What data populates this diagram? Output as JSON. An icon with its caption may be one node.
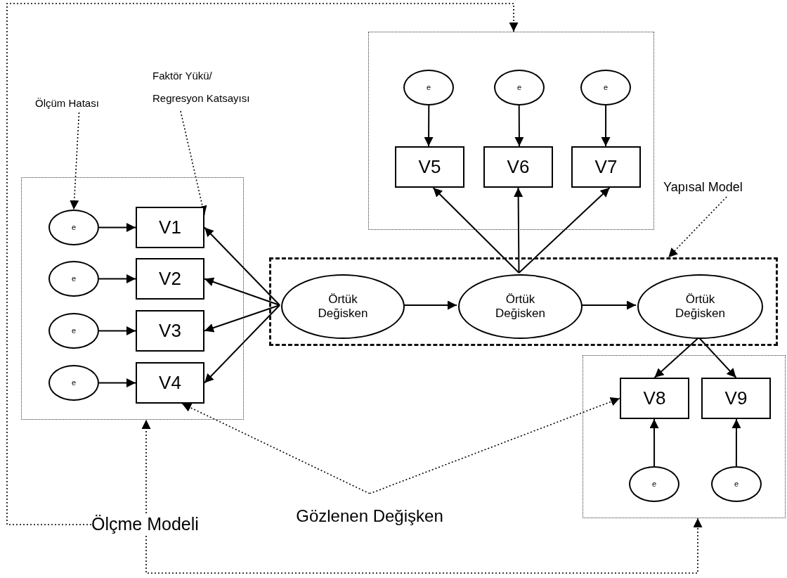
{
  "diagram": {
    "nodes": [
      {
        "text": [],
        "shape": "box"
      },
      {
        "text": [
          "e"
        ],
        "in": 0
      },
      {
        "text": [
          "V1"
        ],
        "in": 0
      },
      {
        "text": [
          "e"
        ],
        "in": 0
      },
      {
        "text": [
          "V2"
        ],
        "in": 0
      },
      {
        "text": [
          "e"
        ],
        "in": 0
      },
      {
        "text": [
          "V3"
        ],
        "in": 0
      },
      {
        "text": [
          "e"
        ],
        "in": 0
      },
      {
        "text": [
          "V4"
        ],
        "in": 0
      },
      {
        "text": [],
        "shape": "box"
      },
      {
        "text": [
          "e"
        ],
        "in": 9
      },
      {
        "text": [
          "e"
        ],
        "in": 9
      },
      {
        "text": [
          "e"
        ],
        "in": 9
      },
      {
        "text": [
          "V5"
        ],
        "in": 9
      },
      {
        "text": [
          "V6"
        ],
        "in": 9
      },
      {
        "text": [
          "V7"
        ],
        "in": 9
      },
      {
        "text": [],
        "shape": "box"
      },
      {
        "text": [
          "Örtük Değisken"
        ],
        "in": 16
      },
      {
        "text": [
          "Örtük Değisken"
        ],
        "in": 16
      },
      {
        "text": [
          "Örtük Değisken"
        ],
        "in": 16
      },
      {
        "text": [],
        "shape": "box"
      },
      {
        "text": [
          "V8"
        ],
        "in": 20
      },
      {
        "text": [
          "V9"
        ],
        "in": 20
      },
      {
        "text": [
          "e"
        ],
        "in": 20
      },
      {
        "text": [
          "e"
        ],
        "in": 20
      },
      {
        "text": [
          "Ölçüm Hatası"
        ]
      },
      {
        "text": [
          "Faktör Yükü/ Regresyon Katsayısı"
        ]
      },
      {
        "text": [
          "Yapısal Model"
        ]
      },
      {
        "text": [
          "Ölçme Modeli"
        ]
      },
      {
        "text": [
          "Gözlenen Değişken"
        ]
      }
    ],
    "edges": [
      {
        "from": 1,
        "to": 2,
        "arrow": "to"
      },
      {
        "from": 3,
        "to": 4,
        "arrow": "to"
      },
      {
        "from": 5,
        "to": 6,
        "arrow": "to"
      },
      {
        "from": 7,
        "to": 8,
        "arrow": "to"
      },
      {
        "from": 17,
        "to": 2,
        "arrow": "to"
      },
      {
        "from": 17,
        "to": 4,
        "arrow": "to"
      },
      {
        "from": 17,
        "to": 6,
        "arrow": "to"
      },
      {
        "from": 17,
        "to": 8,
        "arrow": "to"
      },
      {
        "from": 17,
        "to": 18,
        "arrow": "to"
      },
      {
        "from": 18,
        "to": 19,
        "arrow": "to"
      },
      {
        "from": 10,
        "to": 13,
        "arrow": "to"
      },
      {
        "from": 11,
        "to": 14,
        "arrow": "to"
      },
      {
        "from": 12,
        "to": 15,
        "arrow": "to"
      },
      {
        "from": 18,
        "to": 13,
        "arrow": "to"
      },
      {
        "from": 18,
        "to": 14,
        "arrow": "to"
      },
      {
        "from": 18,
        "to": 15,
        "arrow": "to"
      },
      {
        "from": 19,
        "to": 21,
        "arrow": "to"
      },
      {
        "from": 19,
        "to": 22,
        "arrow": "to"
      },
      {
        "from": 23,
        "to": 21,
        "arrow": "to"
      },
      {
        "from": 24,
        "to": 22,
        "arrow": "to"
      },
      {
        "from": 25,
        "to": 1,
        "arrow": "to",
        "style": "dashed"
      },
      {
        "from": 26,
        "to": 2,
        "arrow": "to",
        "style": "dashed"
      },
      {
        "from": 27,
        "to": 16,
        "arrow": "to",
        "style": "dashed"
      },
      {
        "from": 28,
        "to": 9,
        "arrow": "to",
        "style": "dashed"
      },
      {
        "from": 28,
        "to": 0,
        "arrow": "to",
        "style": "dashed"
      },
      {
        "from": 28,
        "to": 20,
        "arrow": "to",
        "style": "dashed"
      },
      {
        "from": 29,
        "to": 8,
        "arrow": "to",
        "style": "dashed"
      },
      {
        "from": 29,
        "to": 21,
        "arrow": "to",
        "style": "dashed"
      }
    ]
  }
}
